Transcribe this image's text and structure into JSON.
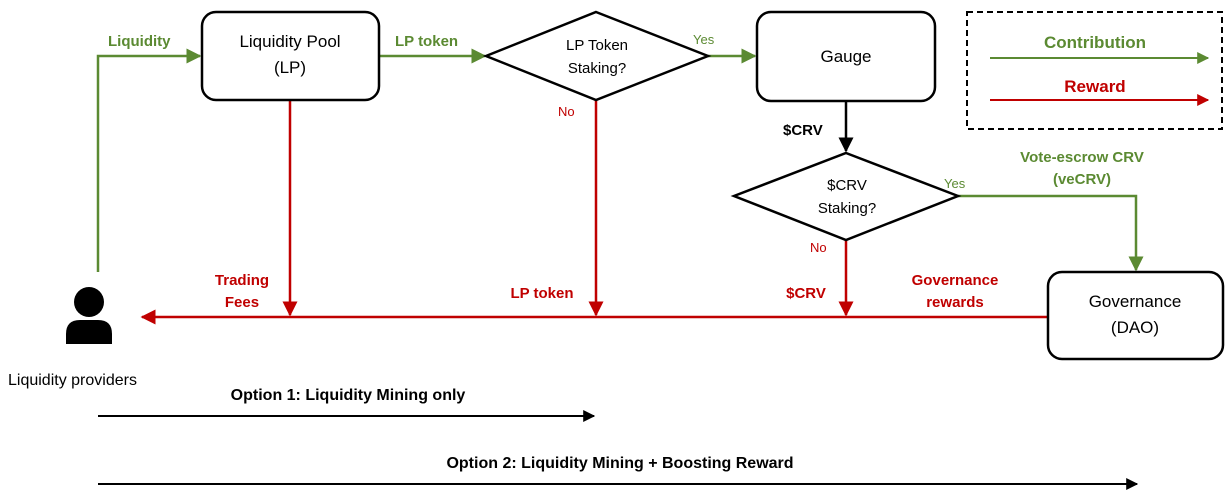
{
  "nodes": {
    "liquidity_pool": [
      "Liquidity Pool",
      "(LP)"
    ],
    "lp_token_staking": [
      "LP Token",
      "Staking?"
    ],
    "gauge": "Gauge",
    "crv_staking": [
      "$CRV",
      "Staking?"
    ],
    "governance": [
      "Governance",
      "(DAO)"
    ],
    "liquidity_providers": "Liquidity providers"
  },
  "edges": {
    "liquidity": "Liquidity",
    "lp_token_top": "LP token",
    "yes_gauge": "Yes",
    "no_lp": "No",
    "crv_black": "$CRV",
    "yes_gov": "Yes",
    "no_crv": "No",
    "vote_escrow": [
      "Vote-escrow CRV",
      "(veCRV)"
    ],
    "trading_fees": [
      "Trading",
      "Fees"
    ],
    "lp_token_bottom": "LP token",
    "crv_red": "$CRV",
    "governance_rewards": [
      "Governance",
      "rewards"
    ]
  },
  "legend": {
    "contribution": "Contribution",
    "reward": "Reward"
  },
  "options": {
    "option1": "Option 1: Liquidity Mining only",
    "option2": "Option 2: Liquidity Mining + Boosting Reward"
  },
  "colors": {
    "contribution": "#5b8a32",
    "reward": "#c00000",
    "neutral": "#000000"
  }
}
